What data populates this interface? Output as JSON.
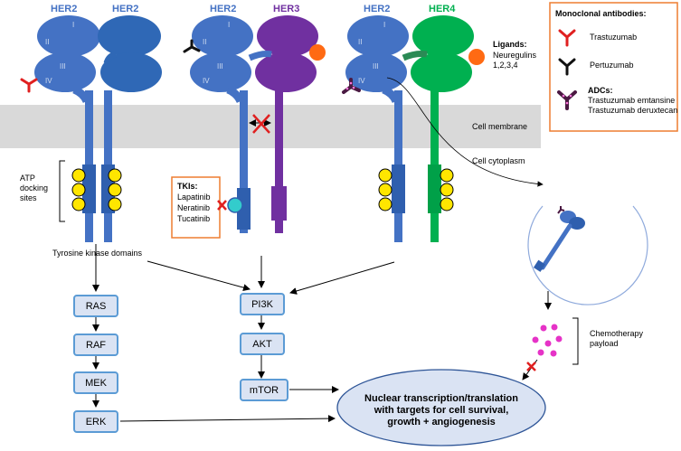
{
  "receptors": {
    "her2_a": "HER2",
    "her2_b": "HER2",
    "her2_c": "HER2",
    "her3": "HER3",
    "her2_d": "HER2",
    "her4": "HER4"
  },
  "domains": {
    "d1": "I",
    "d2": "II",
    "d3": "III",
    "d4": "IV"
  },
  "ligands": {
    "title": "Ligands:",
    "line1": "Neuregulins",
    "line2": "1,2,3,4"
  },
  "membrane": {
    "label": "Cell membrane",
    "cytoplasm": "Cell cytoplasm"
  },
  "atp": {
    "line1": "ATP",
    "line2": "docking",
    "line3": "sites"
  },
  "tkd_label": "Tyrosine kinase domains",
  "tkis": {
    "title": "TKIs:",
    "drug1": "Lapatinib",
    "drug2": "Neratinib",
    "drug3": "Tucatinib"
  },
  "legend": {
    "title": "Monoclonal antibodies:",
    "mab1": "Trastuzumab",
    "mab2": "Pertuzumab",
    "adc_title": "ADCs:",
    "adc1": "Trastuzumab emtansine",
    "adc2": "Trastuzumab deruxtecan"
  },
  "pathway": {
    "ras": "RAS",
    "raf": "RAF",
    "mek": "MEK",
    "erk": "ERK",
    "pi3k": "PI3K",
    "akt": "AKT",
    "mtor": "mTOR"
  },
  "chemo": {
    "line1": "Chemotherapy",
    "line2": "payload"
  },
  "nucleus": {
    "line1": "Nuclear transcription/translation",
    "line2": "with targets for cell survival,",
    "line3": "growth + angiogenesis"
  },
  "colors": {
    "her2": "#4472c4",
    "her3": "#7030a0",
    "her4": "#00b050",
    "membrane": "#d9d9d9",
    "legend_border": "#ed7d31",
    "pathway_fill": "#dae3f3",
    "pathway_border": "#5b9bd5",
    "nucleus_fill": "#dae3f3",
    "inhibit": "#e02020",
    "chemo": "#e633c7",
    "ligand": "#ff6a13",
    "atp": "#ffe600",
    "tki": "#33cccc"
  }
}
